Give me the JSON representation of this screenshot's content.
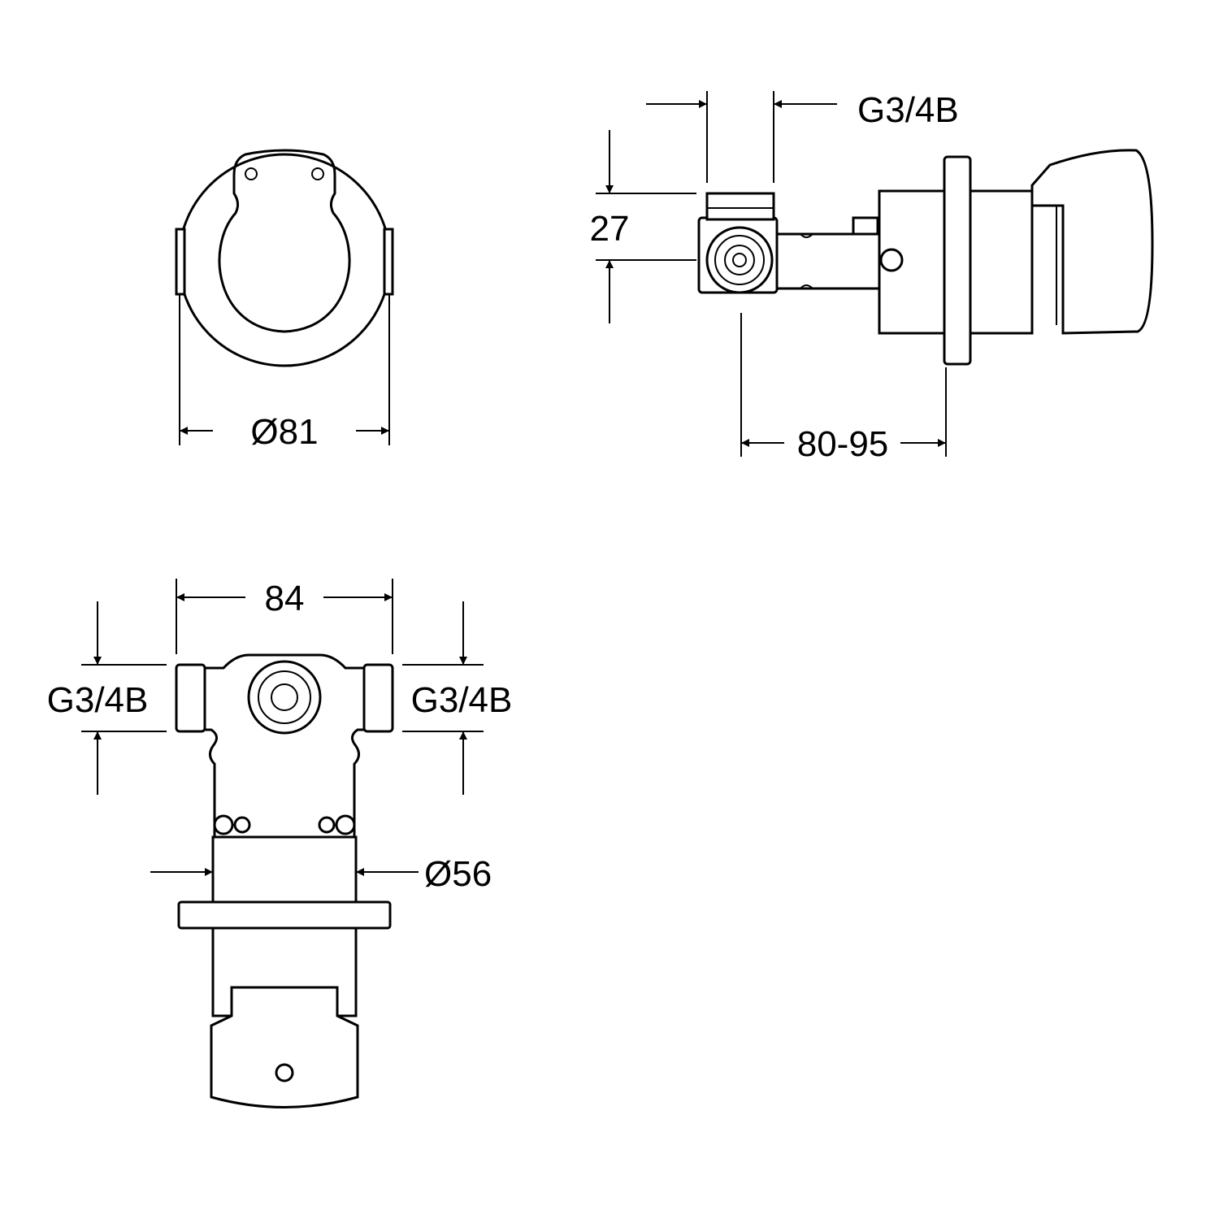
{
  "front_view": {
    "diameter_label": "Ø81"
  },
  "side_view": {
    "thread_label": "G3/4B",
    "height_label": "27",
    "depth_label": "80-95"
  },
  "bottom_view": {
    "width_label": "84",
    "left_thread_label": "G3/4B",
    "right_thread_label": "G3/4B",
    "body_diameter_label": "Ø56"
  }
}
